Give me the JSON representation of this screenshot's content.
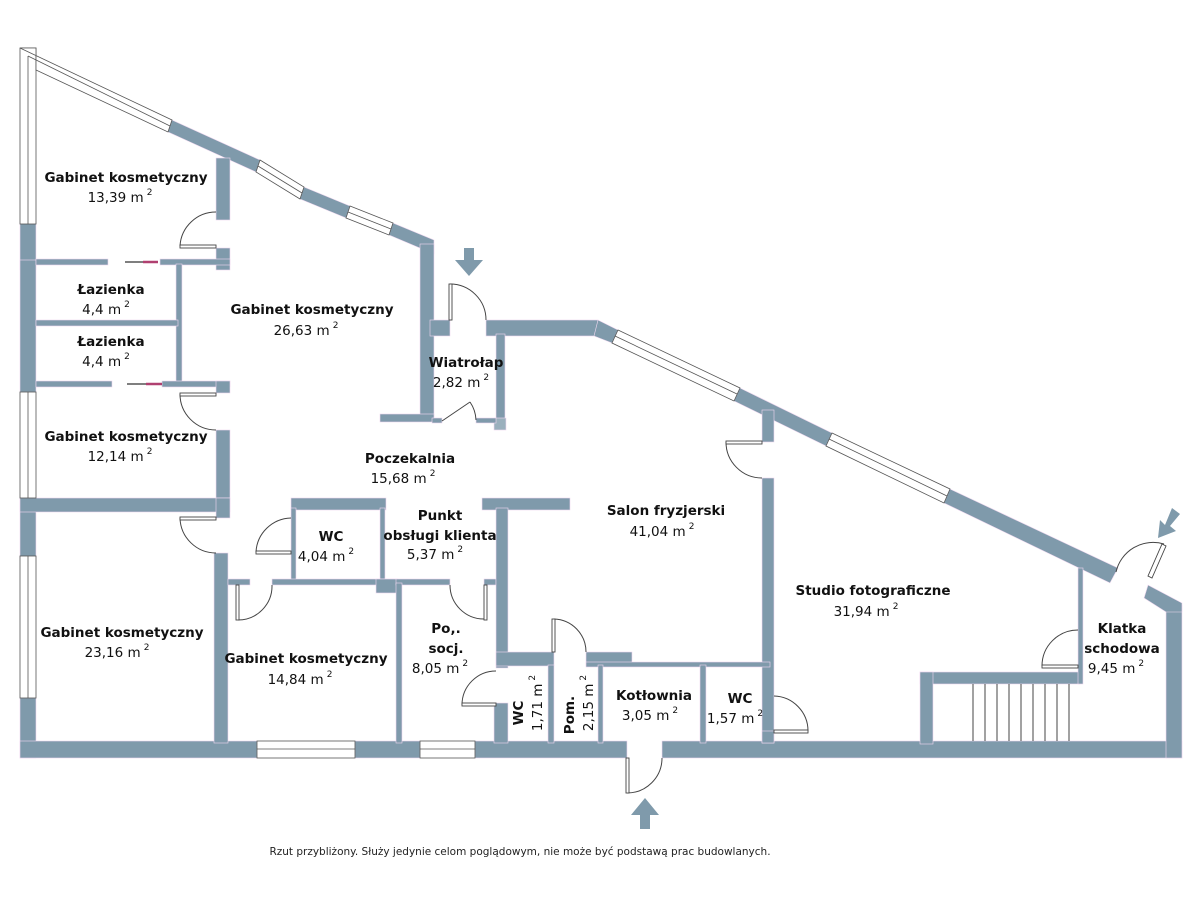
{
  "plan": {
    "unit": "m",
    "unit_exponent": "2",
    "colors": {
      "wall": "#7f9aab",
      "background": "#ffffff",
      "text": "#111111"
    },
    "rooms": [
      {
        "id": "gabinet-1",
        "name": "Gabinet kosmetyczny",
        "area": "13,39"
      },
      {
        "id": "lazienka-1",
        "name": "Łazienka",
        "area": "4,4"
      },
      {
        "id": "lazienka-2",
        "name": "Łazienka",
        "area": "4,4"
      },
      {
        "id": "gabinet-2",
        "name": "Gabinet kosmetyczny",
        "area": "26,63"
      },
      {
        "id": "gabinet-3",
        "name": "Gabinet kosmetyczny",
        "area": "12,14"
      },
      {
        "id": "wiatrolap",
        "name": "Wiatrołap",
        "area": "2,82"
      },
      {
        "id": "poczekalnia",
        "name": "Poczekalnia",
        "area": "15,68"
      },
      {
        "id": "wc-1",
        "name": "WC",
        "area": "4,04"
      },
      {
        "id": "punkt-obslugi",
        "name_line1": "Punkt",
        "name_line2": "obsługi klienta",
        "area": "5,37"
      },
      {
        "id": "gabinet-4",
        "name": "Gabinet kosmetyczny",
        "area": "23,16"
      },
      {
        "id": "gabinet-5",
        "name": "Gabinet kosmetyczny",
        "area": "14,84"
      },
      {
        "id": "pom-socj",
        "name_line1": "Po,.",
        "name_line2": "socj.",
        "area": "8,05"
      },
      {
        "id": "wc-2",
        "name": "WC",
        "area": "1,71"
      },
      {
        "id": "pom",
        "name": "Pom.",
        "area": "2,15"
      },
      {
        "id": "kotlownia",
        "name": "Kotłownia",
        "area": "3,05"
      },
      {
        "id": "wc-3",
        "name": "WC",
        "area": "1,57"
      },
      {
        "id": "salon",
        "name": "Salon fryzjerski",
        "area": "41,04"
      },
      {
        "id": "studio",
        "name": "Studio fotograficzne",
        "area": "31,94"
      },
      {
        "id": "klatka",
        "name_line1": "Klatka",
        "name_line2": "schodowa",
        "area": "9,45"
      }
    ],
    "entrances": [
      {
        "id": "entrance-top",
        "icon": "arrow-down-icon"
      },
      {
        "id": "entrance-bottom",
        "icon": "arrow-up-icon"
      },
      {
        "id": "entrance-right",
        "icon": "arrow-down-left-icon"
      }
    ]
  },
  "footer": {
    "disclaimer": "Rzut przybliżony. Służy jedynie celom poglądowym, nie może być podstawą prac budowlanych."
  }
}
